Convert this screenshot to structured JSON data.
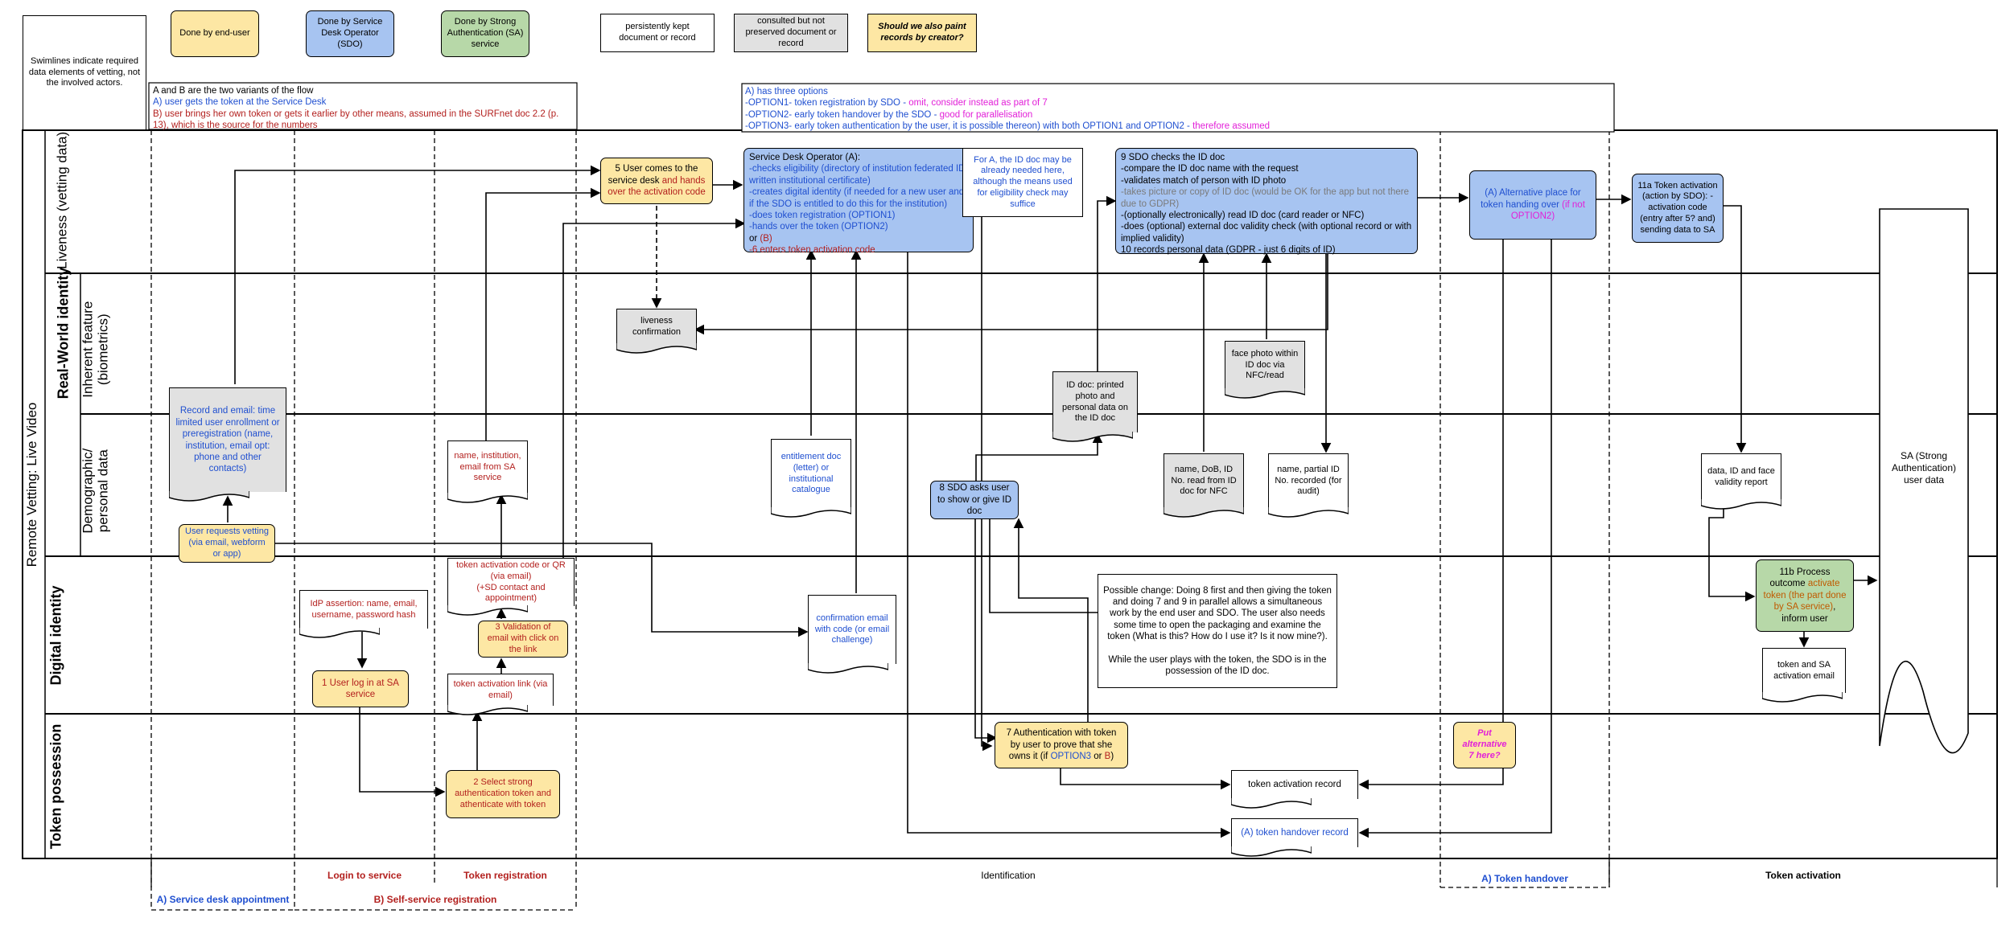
{
  "note_swimlanes": "Swimlines indicate required data elements of vetting, not the involved actors.",
  "legend": {
    "end_user": "Done by end-user",
    "sdo": "Done by Service Desk Operator (SDO)",
    "sa": "Done by Strong Authentication (SA) service",
    "kept": "persistently kept document or record",
    "consulted": "consulted but not preserved document or record",
    "question": "Should we also paint records by creator?"
  },
  "variants_note": {
    "l1": "A and B are the two variants of the flow",
    "l2": "A) user gets the token at the Service Desk",
    "l3": "B) user brings her own token or gets it earlier by other means, assumed in the SURFnet doc 2.2 (p. 13), which is the source for the numbers"
  },
  "options_note": {
    "l1": "A) has three options",
    "l2a": "-OPTION1- token registration by SDO - ",
    "l2b": "omit, consider instead as part of 7",
    "l3a": "-OPTION2- early token handover by the SDO - ",
    "l3b": "good for parallelisation",
    "l4a": "-OPTION3- early token authentication by the user, it is possible thereon) with both OPTION1 and OPTION2 - ",
    "l4b": "therefore assumed"
  },
  "lanes": {
    "outer": "Remote Vetting: Live Video",
    "real_world": "Real-World identity",
    "liveness": "Liveness (vetting data)",
    "inherent": "Inherent feature (biometrics)",
    "demographic": "Demographic/ personal data",
    "digital": "Digital identity",
    "token": "Token possession"
  },
  "phases": {
    "a_service_desk": "A) Service desk appointment",
    "login": "Login to service",
    "token_reg": "Token registration",
    "b_self_service": "B) Self-service registration",
    "identification": "Identification",
    "a_handover": "A) Token handover",
    "token_activation": "Token activation"
  },
  "nodes": {
    "record_email": "Record and email: time limited user enrollment or preregistration (name, institution, email opt: phone and other contacts)",
    "user_requests": "User requests vetting (via email, webform or app)",
    "idp_assertion": "IdP assertion: name, email, username, password hash",
    "login_sa": "1 User log in at SA service",
    "name_inst_email": "name, institution, email from SA service",
    "token_code_a": "token activation code or QR (via email)",
    "token_code_b": "(+SD contact and appointment)",
    "validation_email": "3 Validation of email with click on the link",
    "token_link": "token activation link (via email)",
    "select_token": "2 Select strong authentication token and athenticate with token",
    "user_comes_a": "5 User comes to the service desk ",
    "user_comes_b": "and hands over the activation code",
    "liveness_conf": "liveness confirmation",
    "sdo_title": "Service Desk Operator (A):",
    "sdo_l1": "-checks eligibility (directory of institution federated ID, written institutional certificate)",
    "sdo_l2": "-creates digital identity (if needed for a new user and if the SDO is entitled to do this for the institution)",
    "sdo_l3": "-does token registration (OPTION1)",
    "sdo_l4": "-hands over the token (OPTION2)",
    "sdo_l5a": "or ",
    "sdo_l5b": "(B)",
    "sdo_l6": "-6 enters token activation code",
    "for_a_note": "For A, the ID doc may be already needed here, although the means used for eligibility check may suffice",
    "entitlement_doc": "entitlement doc (letter) or institutional catalogue",
    "confirmation_email": "confirmation email with code (or email challenge)",
    "id_doc_printed": "ID doc: printed photo and personal data on the ID doc",
    "sdo_asks": "8 SDO asks user to show or give ID doc",
    "check9_title": "9 SDO checks the ID doc",
    "check9_l1": "-compare the ID doc name with the request",
    "check9_l2": "-validates match of person with ID photo",
    "check9_l3": "-takes picture or copy of ID doc (would be OK for the app but not there due to GDPR)",
    "check9_l4": "-(optionally electronically) read ID doc (card reader or NFC)",
    "check9_l5": "-does (optional) external doc validity check (with optional record or with implied validity)",
    "check9_l6": "10 records personal data (GDPR - just 6 digits of ID)",
    "face_photo": "face photo within ID doc via NFC/read",
    "name_dob": "name, DoB, ID No. read from ID doc for NFC",
    "name_partial": "name, partial ID No. recorded (for audit)",
    "possible_change_1": "Possible change: Doing 8 first and then giving the token and doing 7 and 9 in parallel allows a simultaneous work by the end user and SDO. The user also needs some time to open the packaging and examine the token (What is this? How do I use it? Is it now mine?).",
    "possible_change_2": "While the user plays with the token, the SDO is in the possession of the ID doc.",
    "auth7_a": "7 Authentication with token by user to prove that she owns it (if ",
    "auth7_b": "OPTION3",
    "auth7_c": " or ",
    "auth7_d": "B",
    "auth7_e": ")",
    "token_act_record": "token activation record",
    "token_handover_record": "(A) token handover record",
    "alt_place_a": "(A) Alternative place for token handing over ",
    "alt_place_b": "(if not OPTION2)",
    "put_alt7": "Put alternative 7 here?",
    "act11a": "11a Token activation (action by SDO): -activation code (entry after 5? and) sending data to SA",
    "data_id_face": "data, ID and face validity report",
    "process11b_a": "11b Process outcome ",
    "process11b_b": "activate token (the part done by SA service)",
    "process11b_c": ", inform user",
    "token_sa_email": "token and SA activation email",
    "sa_user_data": "SA (Strong Authentication) user data"
  }
}
